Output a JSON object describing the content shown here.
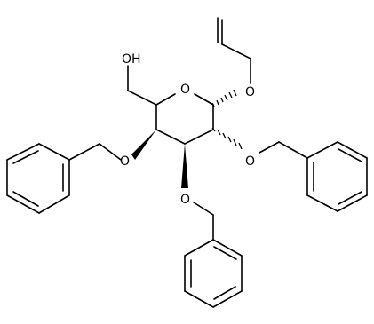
{
  "labels": {
    "hydroxyl": "OH",
    "ring_oxygen": "O",
    "anomeric_oxygen": "O",
    "o2": "O",
    "o3": "O",
    "o4": "O"
  },
  "colors": {
    "bond": "#000000",
    "background": "#ffffff"
  }
}
